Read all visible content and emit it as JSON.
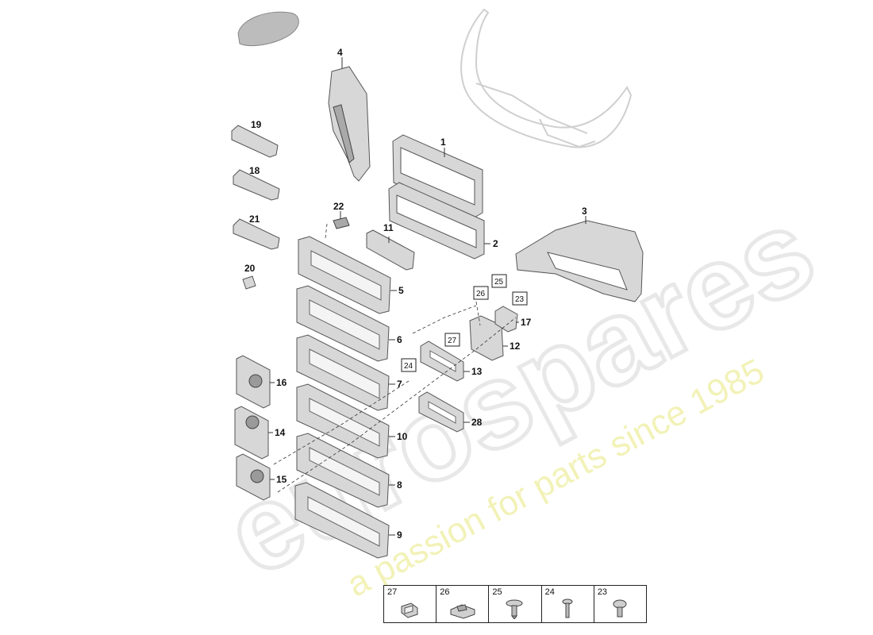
{
  "watermark": {
    "brand": "eurospares",
    "slogan": "a passion for parts since 1985"
  },
  "callouts": {
    "c1": "1",
    "c2": "2",
    "c3": "3",
    "c4": "4",
    "c5": "5",
    "c6": "6",
    "c7": "7",
    "c8": "8",
    "c9": "9",
    "c10": "10",
    "c11": "11",
    "c12": "12",
    "c13": "13",
    "c14": "14",
    "c15": "15",
    "c16": "16",
    "c17": "17",
    "c18": "18",
    "c19": "19",
    "c20": "20",
    "c21": "21",
    "c22": "22",
    "c28": "28"
  },
  "boxed_callouts": {
    "b23": "23",
    "b24": "24",
    "b25": "25",
    "b26": "26",
    "b27": "27"
  },
  "legend": {
    "cells": [
      {
        "number": "27",
        "icon": "clip-nut-icon"
      },
      {
        "number": "26",
        "icon": "spring-clip-icon"
      },
      {
        "number": "25",
        "icon": "flange-screw-icon"
      },
      {
        "number": "24",
        "icon": "long-screw-icon"
      },
      {
        "number": "23",
        "icon": "washer-screw-icon"
      }
    ]
  }
}
